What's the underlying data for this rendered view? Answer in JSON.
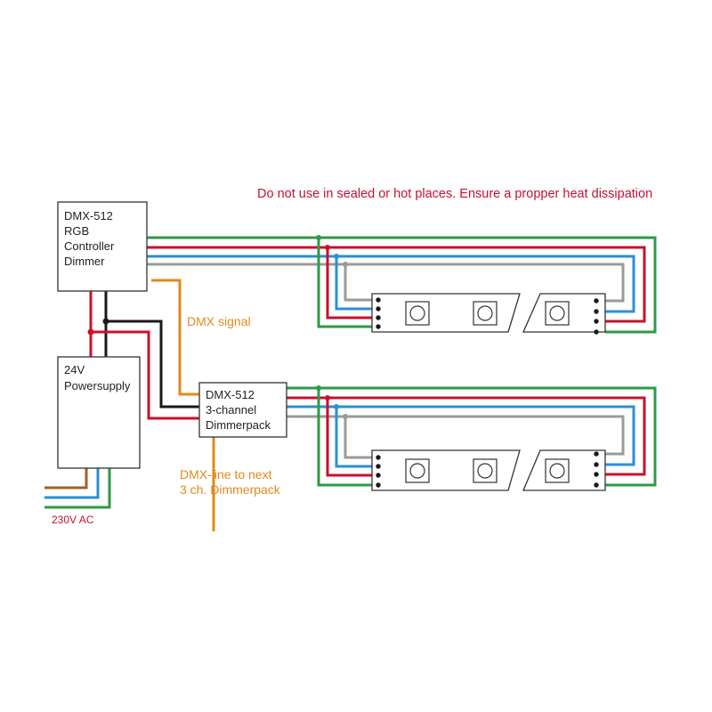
{
  "warning": {
    "text": "Do not use in sealed or hot places. Ensure a propper heat dissipation"
  },
  "controller": {
    "lines": [
      "DMX-512",
      "RGB",
      "Controller",
      "Dimmer"
    ]
  },
  "powersupply": {
    "lines": [
      "24V",
      "Powersupply"
    ]
  },
  "dimmerpack": {
    "lines": [
      "DMX-512",
      "3-channel",
      "Dimmerpack"
    ]
  },
  "labels": {
    "dmx_signal": "DMX signal",
    "dmx_line_1": "DMX-line to next",
    "dmx_line_2": "3 ch. Dimmerpack",
    "ac": "230V AC"
  },
  "colors": {
    "red": "#c8102e",
    "green": "#2e9a44",
    "blue": "#2a8fd6",
    "grey": "#9a9a9a",
    "black": "#1a1a1a",
    "orange": "#e08a1e",
    "brown": "#a0602a"
  }
}
